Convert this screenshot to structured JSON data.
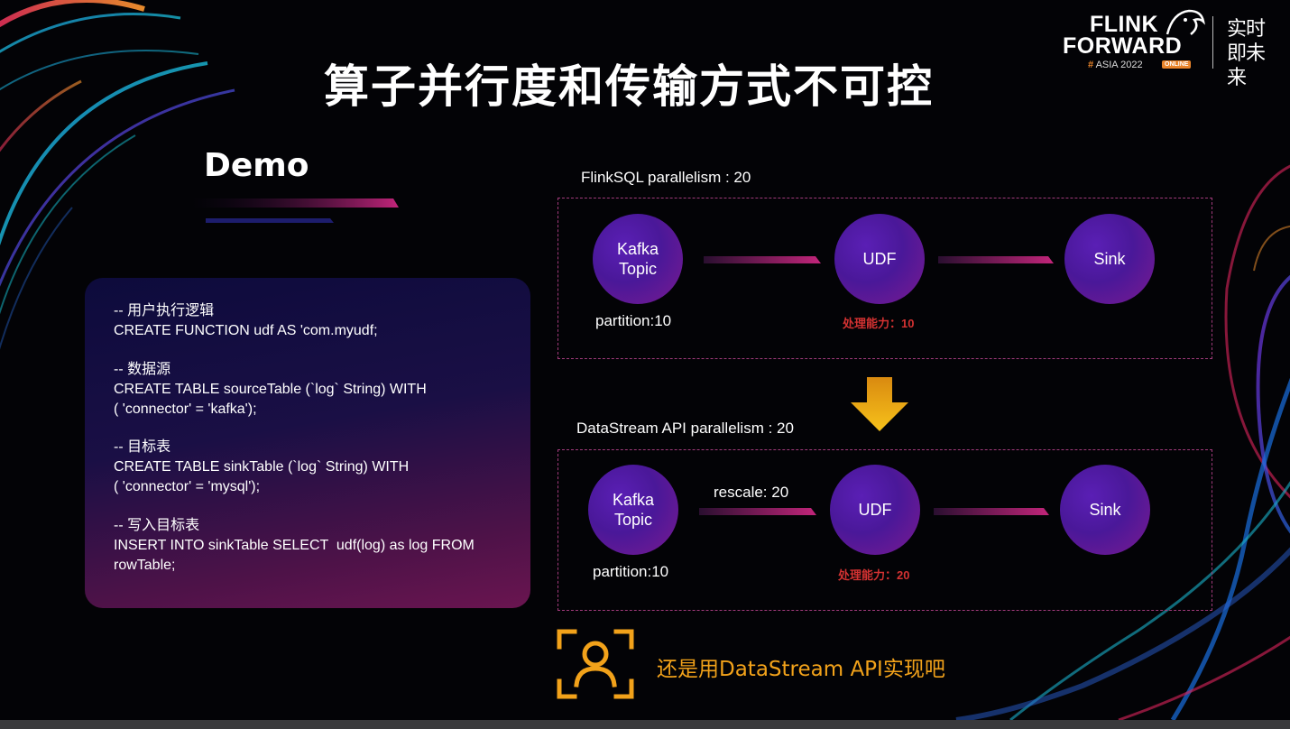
{
  "title": "算子并行度和传输方式不可控",
  "logo": {
    "line1": "FLINK",
    "line2": "FORWARD",
    "hash": "#",
    "event": "ASIA 2022",
    "badge": "ONLINE",
    "slogan": "实时即未来"
  },
  "demo_heading": "Demo",
  "code_blocks": [
    "-- 用户执行逻辑\nCREATE FUNCTION udf AS 'com.myudf;",
    "-- 数据源\nCREATE TABLE sourceTable (`log` String) WITH\n( 'connector' = 'kafka');",
    "-- 目标表\nCREATE TABLE sinkTable (`log` String) WITH\n( 'connector' = 'mysql');",
    "-- 写入目标表\nINSERT INTO sinkTable SELECT  udf(log) as log FROM\nrowTable;"
  ],
  "flow_top": {
    "label": "FlinkSQL  parallelism : 20",
    "source": "Kafka\nTopic",
    "udf": "UDF",
    "sink": "Sink",
    "partition": "partition:10",
    "capacity": "处理能力：10"
  },
  "flow_bottom": {
    "label": "DataStream API  parallelism : 20",
    "source": "Kafka\nTopic",
    "udf": "UDF",
    "sink": "Sink",
    "partition": "partition:10",
    "rescale": "rescale: 20",
    "capacity": "处理能力：20"
  },
  "conclusion": "还是用DataStream API实现吧",
  "colors": {
    "accent_pink": "#c2257a",
    "warning_red": "#d43232",
    "highlight_orange": "#f2a21a",
    "node_purple": "#4a1899"
  },
  "icons": {
    "down_arrow": "down-arrow-icon",
    "person": "person-focus-icon"
  }
}
